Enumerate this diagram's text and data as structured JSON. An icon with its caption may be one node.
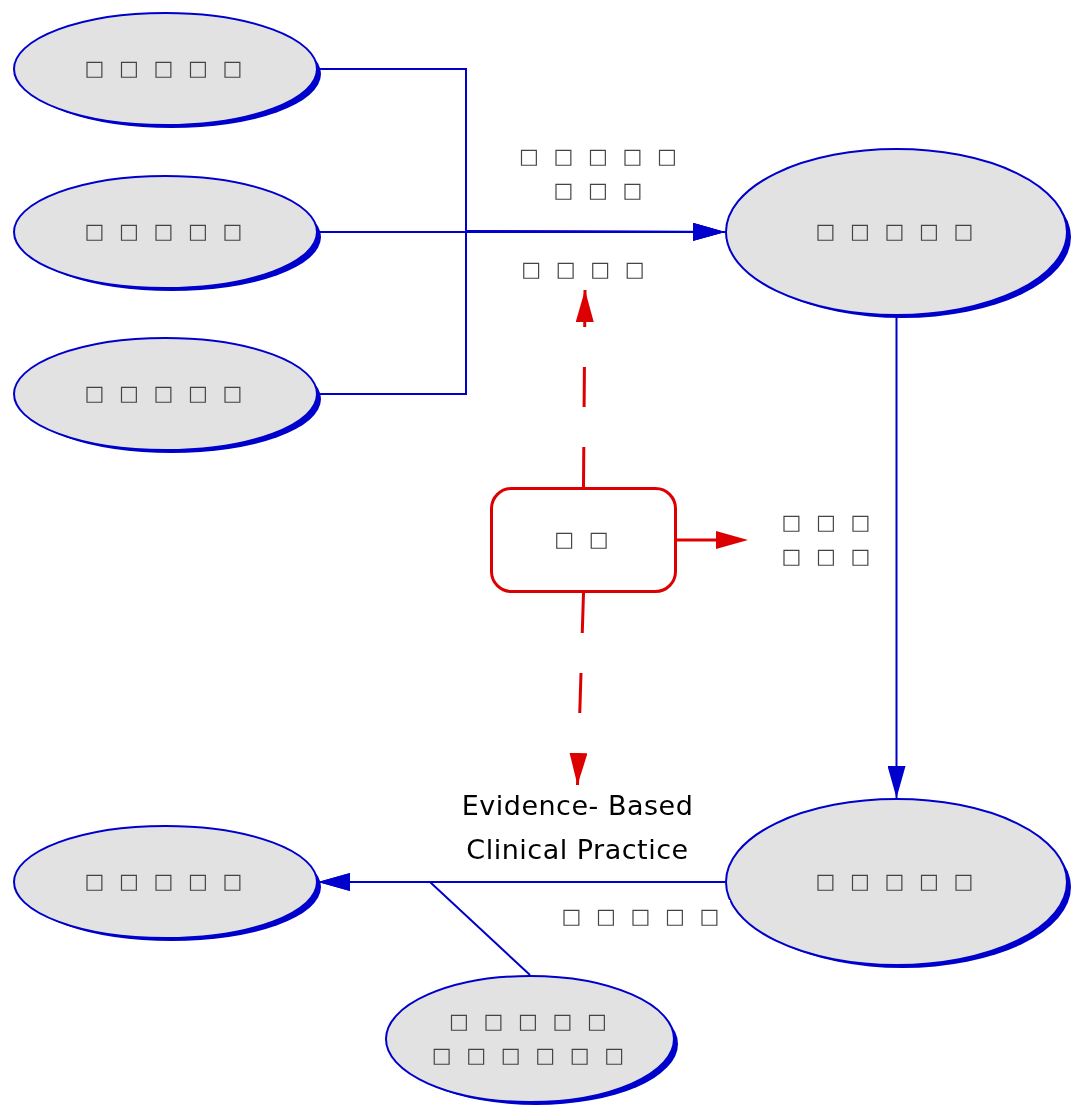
{
  "diagram": {
    "nodes": [
      {
        "text": [
          "□ □ □ □ □"
        ]
      },
      {
        "text": [
          "□ □ □ □ □"
        ]
      },
      {
        "text": [
          "□ □ □ □ □"
        ]
      },
      {
        "text": [
          "□ □ □ □ □"
        ]
      },
      {
        "text": [
          "□ □ □ □"
        ]
      },
      {
        "text": [
          "□ □"
        ]
      },
      {
        "text": [
          "□ □ □ □ □ □"
        ]
      },
      {
        "text": [
          "Evidence- Based Clinical Practice"
        ]
      },
      {
        "text": [
          "□ □ □ □ □"
        ]
      },
      {
        "text": [
          "□ □ □ □ □"
        ]
      },
      {
        "text": [
          "□ □ □ □ □ □ □ □ □ □ □"
        ]
      }
    ],
    "edges": [
      {
        "from": 0,
        "to": 3,
        "arrow": "to"
      },
      {
        "from": 1,
        "to": 3,
        "arrow": "to",
        "label": "□ □ □ □ □ □ □ □"
      },
      {
        "from": 2,
        "to": 3,
        "arrow": "to"
      },
      {
        "from": 5,
        "to": 4,
        "arrow": "to",
        "style": "dashed",
        "color": "#dd0000"
      },
      {
        "from": 5,
        "to": 6,
        "arrow": "to",
        "style": "dashed",
        "color": "#dd0000"
      },
      {
        "from": 5,
        "to": 7,
        "arrow": "to",
        "style": "dashed",
        "color": "#dd0000"
      },
      {
        "from": 3,
        "to": 8,
        "arrow": "to"
      },
      {
        "from": 8,
        "to": 9,
        "arrow": "to",
        "label": "□ □ □ □ □"
      },
      {
        "from": 10,
        "to": 9,
        "arrow": "to"
      }
    ]
  }
}
